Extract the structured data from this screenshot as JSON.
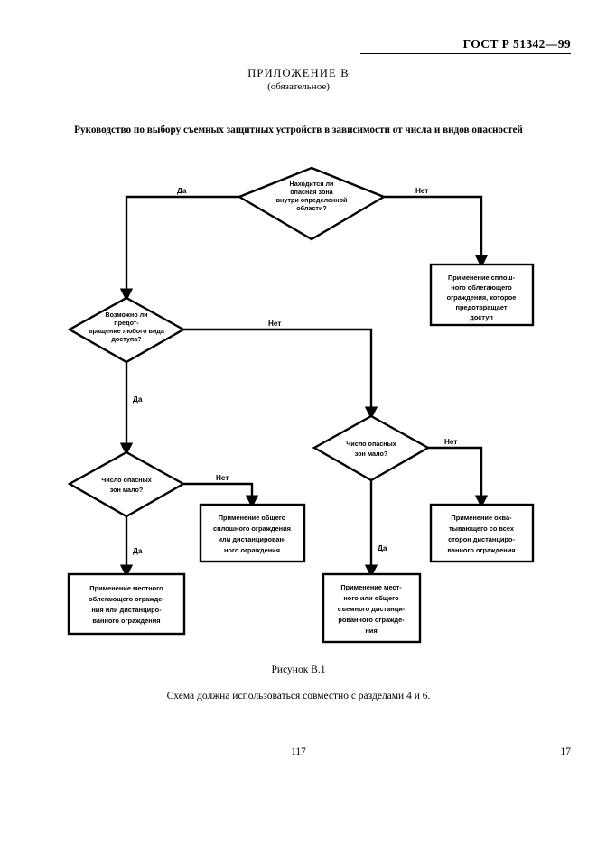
{
  "header": {
    "standard": "ГОСТ Р 51342—99"
  },
  "appendix": {
    "title": "ПРИЛОЖЕНИЕ В",
    "subtitle": "(обязательное)"
  },
  "guide_title": "Руководство по выбору съемных защитных устройств в зависимости от числа и видов опасностей",
  "captions": {
    "figure": "Рисунок В.1",
    "note": "Схема должна использоваться совместно с разделами 4 и 6."
  },
  "footer": {
    "page_center": "117",
    "page_right": "17"
  },
  "labels": {
    "yes": "Да",
    "no": "Нет"
  },
  "chart_data": {
    "type": "diagram",
    "title": "Руководство по выбору съемных защитных устройств в зависимости от числа и видов опасностей",
    "nodes": [
      {
        "id": "d1",
        "shape": "decision",
        "lines": [
          "Находится ли",
          "опасная зона",
          "внутри определенной",
          "области?"
        ]
      },
      {
        "id": "b1",
        "shape": "process",
        "lines": [
          "Применение сплош-",
          "ного облегающего",
          "ограждения, которое",
          "предотвращает",
          "доступ"
        ]
      },
      {
        "id": "d2",
        "shape": "decision",
        "lines": [
          "Возможно ли",
          "предот-",
          "вращение любого вида",
          "доступа?"
        ]
      },
      {
        "id": "d3",
        "shape": "decision",
        "lines": [
          "Число опасных",
          "зон мало?"
        ]
      },
      {
        "id": "d4",
        "shape": "decision",
        "lines": [
          "Число опасных",
          "зон мало?"
        ]
      },
      {
        "id": "b2",
        "shape": "process",
        "lines": [
          "Применение общего",
          "сплошного ограждения",
          "или дистанцирован-",
          "ного ограждения"
        ]
      },
      {
        "id": "b3",
        "shape": "process",
        "lines": [
          "Применение охва-",
          "тывающего со всех",
          "сторон дистанциро-",
          "ванного ограждения"
        ]
      },
      {
        "id": "b4",
        "shape": "process",
        "lines": [
          "Применение местного",
          "облегающего огражде-",
          "ния или дистанциро-",
          "ванного ограждения"
        ]
      },
      {
        "id": "b5",
        "shape": "process",
        "lines": [
          "Применение мест-",
          "ного или общего",
          "съемного дистанци-",
          "рованного огражде-",
          "ния"
        ]
      }
    ],
    "edges": [
      {
        "from": "d1",
        "to": "d2",
        "label": "Да"
      },
      {
        "from": "d1",
        "to": "b1",
        "label": "Нет"
      },
      {
        "from": "d2",
        "to": "d4",
        "label": "Да"
      },
      {
        "from": "d2",
        "to": "d3",
        "label": "Нет"
      },
      {
        "from": "d3",
        "to": "b5",
        "label": "Да"
      },
      {
        "from": "d3",
        "to": "b3",
        "label": "Нет"
      },
      {
        "from": "d4",
        "to": "b4",
        "label": "Да"
      },
      {
        "from": "d4",
        "to": "b2",
        "label": "Нет"
      }
    ]
  }
}
